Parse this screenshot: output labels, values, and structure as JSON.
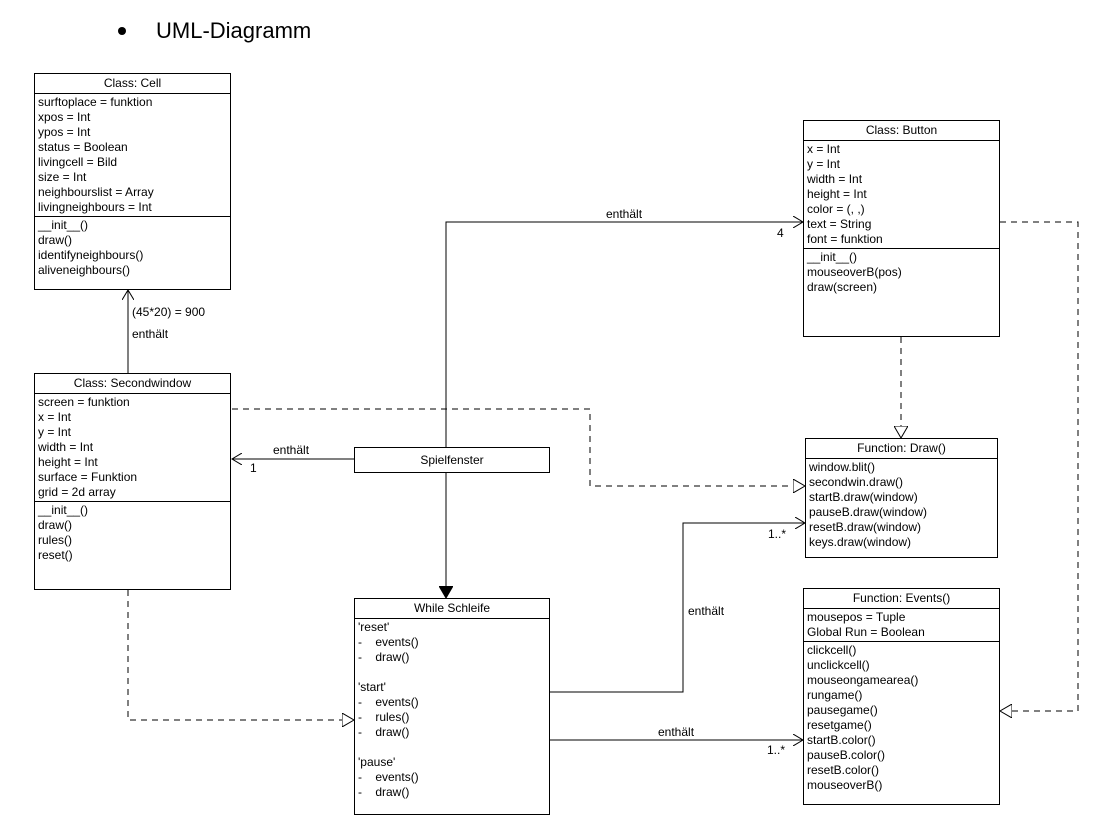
{
  "heading": "UML-Diagramm",
  "cell": {
    "title": "Class: Cell",
    "attributes": [
      "surftoplace = funktion",
      "xpos = Int",
      "ypos = Int",
      "status = Boolean",
      "livingcell = Bild",
      "size = Int",
      "neighbourslist = Array",
      "livingneighbours = Int"
    ],
    "methods": [
      "__init__()",
      "draw()",
      "identifyneighbours()",
      "aliveneighbours()"
    ]
  },
  "secondwindow": {
    "title": "Class: Secondwindow",
    "attributes": [
      "screen = funktion",
      "x = Int",
      "y = Int",
      "width = Int",
      "height = Int",
      "surface = Funktion",
      "grid = 2d array"
    ],
    "methods": [
      "__init__()",
      "draw()",
      "rules()",
      "reset()"
    ]
  },
  "button": {
    "title": "Class: Button",
    "attributes": [
      "x = Int",
      "y = Int",
      "width = Int",
      "height = Int",
      "color = (, ,)",
      "text = String",
      "font = funktion"
    ],
    "methods": [
      "__init__()",
      "mouseoverB(pos)",
      "draw(screen)"
    ]
  },
  "draw_fn": {
    "title": "Function: Draw()",
    "lines": [
      "window.blit()",
      "secondwin.draw()",
      "startB.draw(window)",
      "pauseB.draw(window)",
      "resetB.draw(window)",
      "keys.draw(window)"
    ]
  },
  "events_fn": {
    "title": "Function: Events()",
    "attributes": [
      "mousepos = Tuple",
      "Global Run = Boolean"
    ],
    "methods": [
      "clickcell()",
      "unclickcell()",
      "mouseongamearea()",
      "rungame()",
      "pausegame()",
      "resetgame()",
      "startB.color()",
      "pauseB.color()",
      "resetB.color()",
      "mouseoverB()"
    ]
  },
  "spielfenster": {
    "title": "Spielfenster"
  },
  "while_loop": {
    "title": "While Schleife",
    "lines": [
      "'reset'",
      "-    events()",
      "-    draw()",
      "",
      "'start'",
      "-    events()",
      "-    rules()",
      "-    draw()",
      "",
      "'pause'",
      "-    events()",
      "-    draw()"
    ]
  },
  "labels": {
    "cell_mult": "(45*20) = 900",
    "cell_enthaelt": "enthält",
    "button_enthaelt": "enthält",
    "button_mult": "4",
    "second_enthaelt": "enthält",
    "second_mult": "1",
    "draw_enthaelt": "enthält",
    "draw_mult": "1..*",
    "events_enthaelt": "enthält",
    "events_mult": "1..*"
  }
}
